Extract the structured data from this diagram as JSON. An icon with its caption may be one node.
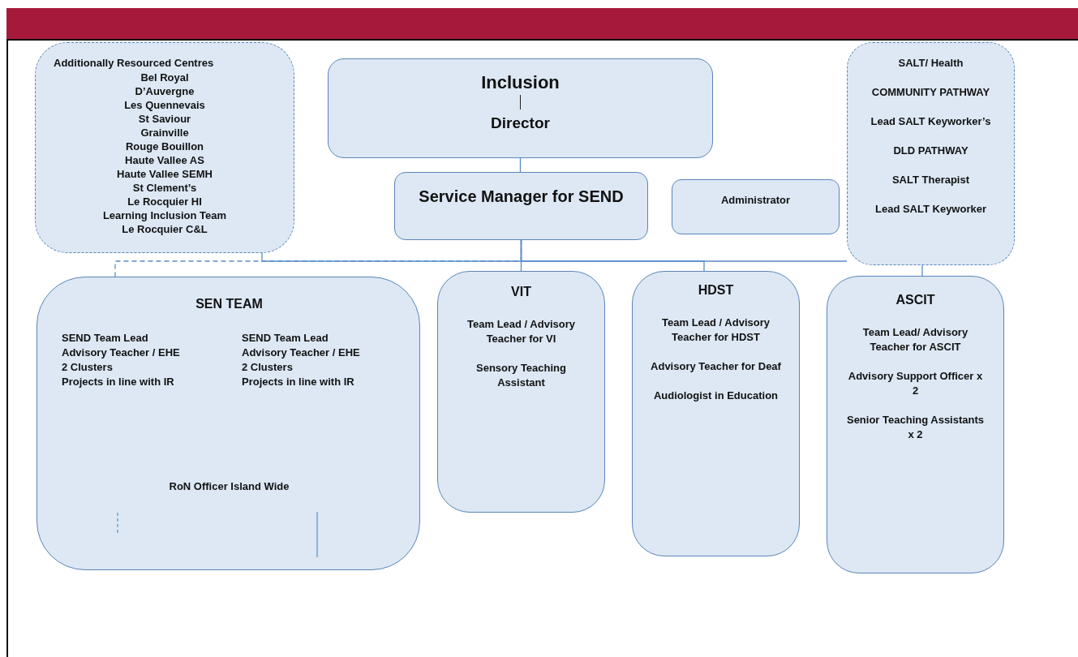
{
  "diagram": {
    "nodes": [
      {
        "text": [
          "Additionally Resourced Centres",
          "Bel Royal",
          "D’Auvergne",
          "Les Quennevais",
          "St Saviour",
          "Grainville",
          "Rouge Bouillon",
          "Haute Vallee AS",
          "Haute Vallee SEMH",
          "St Clement’s",
          "Le Rocquier HI",
          "Learning Inclusion Team",
          "Le Rocquier C&L"
        ]
      },
      {
        "text": [
          "Inclusion",
          "Director"
        ]
      },
      {
        "text": [
          "SALT/ Health",
          "COMMUNITY PATHWAY",
          "Lead SALT Keyworker’s",
          "DLD PATHWAY",
          "SALT Therapist",
          "Lead SALT Keyworker"
        ]
      },
      {
        "text": [
          "Service Manager for SEND"
        ]
      },
      {
        "text": [
          "Administrator"
        ]
      },
      {
        "text": [
          "SEN TEAM",
          "SEND Team Lead",
          "Advisory Teacher / EHE",
          "2 Clusters",
          "Projects in line with IR",
          "SEND Team Lead",
          "Advisory Teacher / EHE",
          "2 Clusters",
          "Projects in line with IR",
          "RoN Officer Island Wide"
        ]
      },
      {
        "text": [
          "VIT",
          "Team Lead / Advisory Teacher for VI",
          "Sensory Teaching Assistant"
        ]
      },
      {
        "text": [
          "HDST",
          "Team Lead / Advisory Teacher for HDST",
          "Advisory Teacher for Deaf",
          "Audiologist in Education"
        ]
      },
      {
        "text": [
          "ASCIT",
          "Team Lead/ Advisory Teacher for ASCIT",
          "Advisory Support Officer x 2",
          "Senior Teaching Assistants x 2"
        ]
      }
    ],
    "edges": [
      {
        "from": 1,
        "to": 3,
        "arrow": "none"
      },
      {
        "from": 3,
        "to": 0,
        "arrow": "none"
      },
      {
        "from": 3,
        "to": 5,
        "arrow": "none",
        "style": "dashed"
      },
      {
        "from": 3,
        "to": 6,
        "arrow": "none"
      },
      {
        "from": 3,
        "to": 7,
        "arrow": "none"
      },
      {
        "from": 3,
        "to": 2,
        "arrow": "none"
      },
      {
        "from": 2,
        "to": 8,
        "arrow": "none"
      }
    ]
  }
}
